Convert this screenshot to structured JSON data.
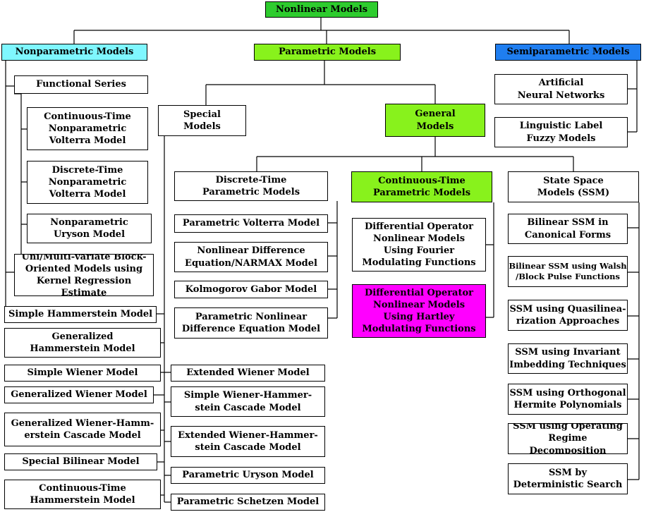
{
  "colors": {
    "root": "#2ecc2e",
    "nonparametric": "#7ff7ff",
    "parametric": "#88f21c",
    "semiparametric": "#1f7ef0",
    "general": "#88f21c",
    "continuous_time": "#88f21c",
    "hartley": "#ff00ff",
    "line": "#000000"
  },
  "nodes": {
    "root": "Nonlinear  Models",
    "nonparametric": "Nonparametric  Models",
    "parametric": "Parametric  Models",
    "semiparametric": "Semiparametric  Models",
    "functional_series": "Functional  Series",
    "ct_nonparam_volterra": "Continuous-Time\nNonparametric\nVolterra  Model",
    "dt_nonparam_volterra": "Discrete-Time\nNonparametric\nVolterra  Model",
    "nonparam_uryson": "Nonparametric\nUryson  Model",
    "block_oriented": "Uni/Multi-variate Block-\nOriented  Models  using\nKernel Regression Estimate",
    "simple_hammerstein": "Simple  Hammerstein  Model",
    "generalized_hammerstein": "Generalized\nHammerstein  Model",
    "simple_wiener": "Simple  Wiener  Model",
    "generalized_wiener": "Generalized  Wiener  Model",
    "generalized_wh_cascade": "Generalized  Wiener-Hamm-\nerstein  Cascade  Model",
    "special_bilinear": "Special  Bilinear  Model",
    "ct_hammerstein": "Continuous-Time\nHammerstein  Model",
    "special_models": "Special\nModels",
    "extended_wiener": "Extended  Wiener  Model",
    "simple_wh_cascade": "Simple  Wiener-Hammer-\nstein  Cascade  Model",
    "extended_wh_cascade": "Extended Wiener-Hammer-\nstein  Cascade  Model",
    "parametric_uryson": "Parametric  Uryson  Model",
    "parametric_schetzen": "Parametric  Schetzen  Model",
    "general_models": "General\nModels",
    "dt_parametric": "Discrete-Time\nParametric  Models",
    "parametric_volterra": "Parametric  Volterra  Model",
    "narmax": "Nonlinear  Difference\nEquation/NARMAX  Model",
    "kolmogorov_gabor": "Kolmogorov  Gabor  Model",
    "param_nonlinear_diff": "Parametric  Nonlinear\nDifference  Equation  Model",
    "ct_parametric": "Continuous-Time\nParametric  Models",
    "diff_op_fourier": "Differential  Operator\nNonlinear  Models\nUsing  Fourier\nModulating  Functions",
    "diff_op_hartley": "Differential  Operator\nNonlinear  Models\nUsing  Hartley\nModulating  Functions",
    "ssm": "State  Space\nModels  (SSM)",
    "bilinear_ssm_canonical": "Bilinear  SSM  in\nCanonical  Forms",
    "bilinear_ssm_walsh": "Bilinear  SSM  using  Walsh\n/Block  Pulse  Functions",
    "ssm_quasilinear": "SSM  using  Quasilinea-\nrization  Approaches",
    "ssm_invariant": "SSM  using  Invariant\nImbedding  Techniques",
    "ssm_hermite": "SSM  using  Orthogonal\nHermite  Polynomials",
    "ssm_operating_regime": "SSM  using  Operating\nRegime  Decomposition",
    "ssm_deterministic": "SSM  by\nDeterministic  Search",
    "ann": "Artificial\nNeural   Networks",
    "fuzzy": "Linguistic  Label\nFuzzy  Models"
  }
}
